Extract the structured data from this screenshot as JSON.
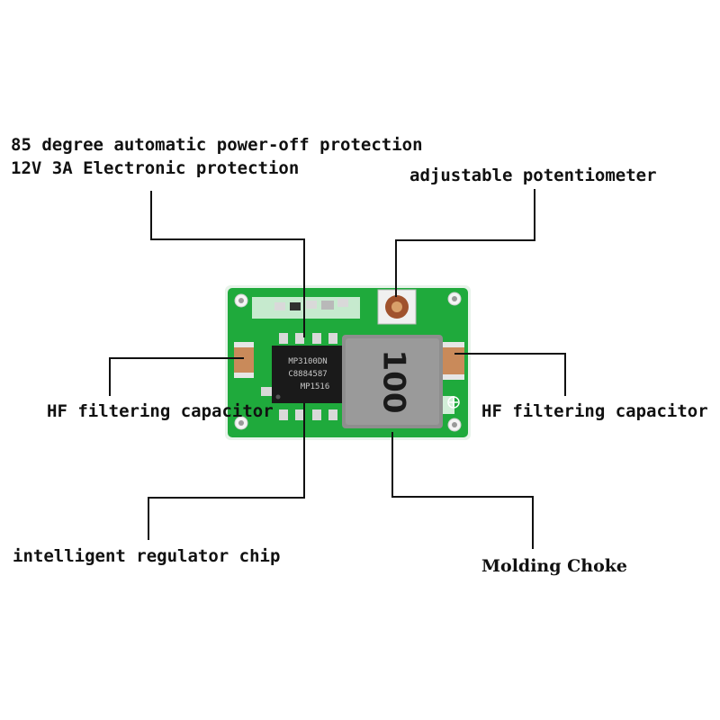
{
  "callouts": {
    "thermal_protection": "85 degree automatic power-off protection",
    "electronic_protection": "12V 3A Electronic protection",
    "potentiometer": "adjustable potentiometer",
    "capacitor_left": "HF filtering capacitor",
    "capacitor_right": "HF filtering capacitor",
    "regulator_chip": "intelligent regulator chip",
    "choke": "Molding Choke"
  },
  "board": {
    "chip_marking_line1": "MP3100DN",
    "chip_marking_line2": "C8884587",
    "chip_marking_line3": "MP1516",
    "inductor_code": "100"
  },
  "colors": {
    "pcb": "#1faa3c",
    "silkscreen": "#ffffff",
    "chip": "#1a1a1a",
    "inductor": "#8e8e8e",
    "capacitor": "#c98a5a",
    "leader_line": "#111111"
  }
}
